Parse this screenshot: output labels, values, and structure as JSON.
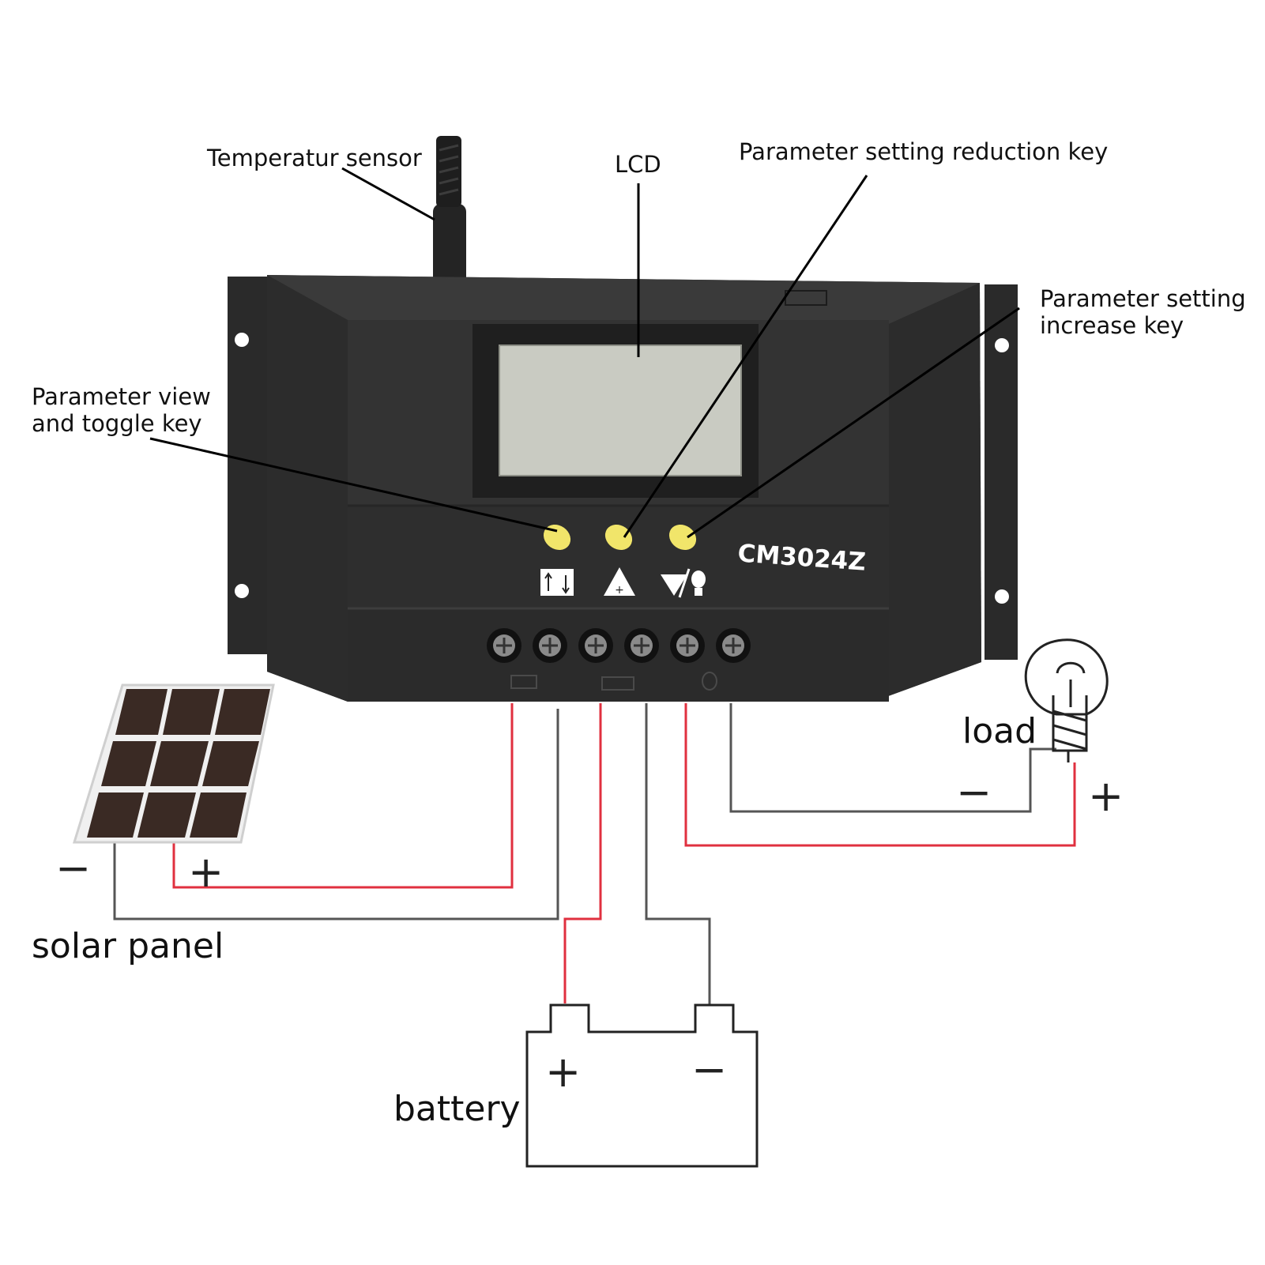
{
  "device": {
    "model": "CM3024Z"
  },
  "callouts": {
    "temperature_sensor": "Temperatur sensor",
    "lcd": "LCD",
    "reduction_key": "Parameter setting reduction key",
    "increase_key_line1": "Parameter setting",
    "increase_key_line2": "increase key",
    "view_key_line1": "Parameter view",
    "view_key_line2": "and toggle key"
  },
  "components": {
    "solar_panel": "solar panel",
    "battery": "battery",
    "load": "load"
  },
  "signs": {
    "plus": "+",
    "minus": "−"
  },
  "colors": {
    "housing": "#2f2f2f",
    "lcd_screen": "#c9cbc2",
    "key": "#f1e56a",
    "positive_wire": "#e0303f",
    "negative_wire": "#555555",
    "panel_cell": "#3a2a24"
  },
  "icons": [
    "temperature-probe-icon",
    "toggle-key-icon",
    "increase-triangle-icon",
    "reduce-light-icon",
    "screw-terminal-icon",
    "solar-grid-icon",
    "battery-icon",
    "bulb-icon"
  ]
}
